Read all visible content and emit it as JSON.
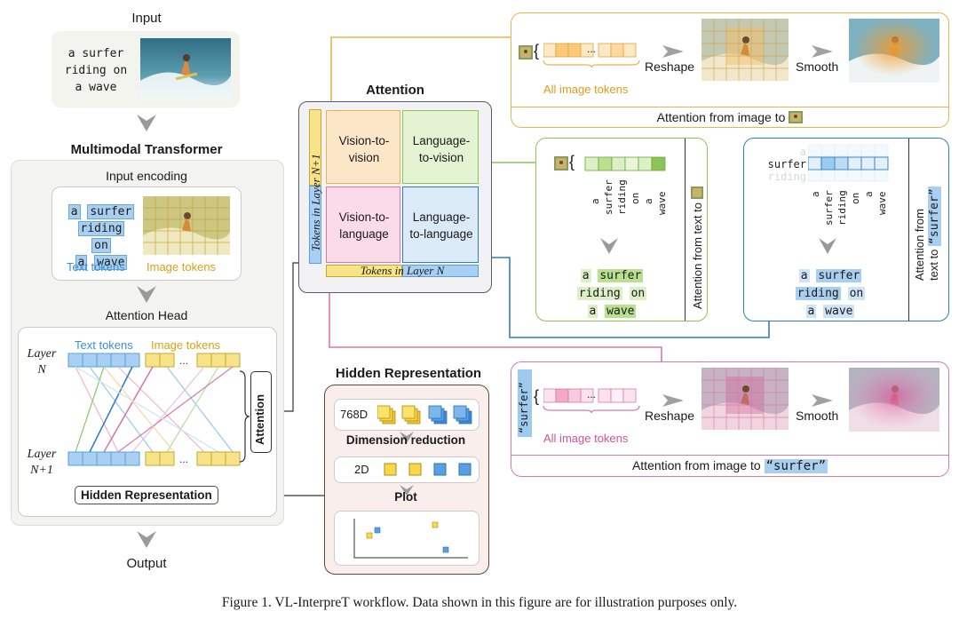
{
  "left": {
    "input_title": "Input",
    "input_caption": [
      "a surfer",
      "riding on",
      "a wave"
    ],
    "transformer_title": "Multimodal Transformer",
    "input_encoding_title": "Input encoding",
    "encoded_text": {
      "line1": [
        "a",
        "surfer"
      ],
      "line2": [
        "riding",
        "on"
      ],
      "line3": [
        "a",
        "wave"
      ]
    },
    "text_tokens_label": "Text tokens",
    "image_tokens_label": "Image tokens",
    "attention_head_title": "Attention Head",
    "head_text_tokens": "Text tokens",
    "head_image_tokens": "Image tokens",
    "layer_n_label": [
      "Layer",
      "N"
    ],
    "layer_n1_label": [
      "Layer",
      "N+1"
    ],
    "ellipsis": "...",
    "attention_label": "Attention",
    "hidden_rep_button": "Hidden Representation",
    "output_title": "Output"
  },
  "attention_matrix": {
    "title": "Attention",
    "y_axis_label": "Tokens in Layer N+1",
    "x_axis_label": "Tokens in Layer N",
    "q_vision_vision": "Vision-to-vision",
    "q_language_vision": "Language-to-vision",
    "q_vision_language": "Vision-to-language",
    "q_language_language": "Language-to-language"
  },
  "hidden_rep": {
    "title": "Hidden Representation",
    "dim_768": "768D",
    "dim_reduction": "Dimension reduction",
    "dim_2d": "2D",
    "plot_label": "Plot"
  },
  "image_attention_top": {
    "all_image_tokens": "All image tokens",
    "reshape": "Reshape",
    "smooth": "Smooth",
    "caption": "Attention from image to",
    "ellipsis": "..."
  },
  "text_to_image": {
    "tokens": [
      "a",
      "surfer",
      "riding",
      "on",
      "a",
      "wave"
    ],
    "result": {
      "line1": [
        "a",
        "surfer"
      ],
      "line2": [
        "riding",
        "on"
      ],
      "line3": [
        "a",
        "wave"
      ]
    },
    "side_label": "Attention from text to"
  },
  "text_to_surfer": {
    "rows": [
      "a",
      "surfer",
      "riding"
    ],
    "tokens": [
      "a",
      "surfer",
      "riding",
      "on",
      "a",
      "wave"
    ],
    "result": {
      "line1": [
        "a",
        "surfer"
      ],
      "line2": [
        "riding",
        "on"
      ],
      "line3": [
        "a",
        "wave"
      ]
    },
    "side_label_1": "Attention from",
    "side_label_2": "text to",
    "side_label_token": "“surfer”"
  },
  "image_attention_bottom": {
    "token": "“surfer”",
    "all_image_tokens": "All image tokens",
    "reshape": "Reshape",
    "smooth": "Smooth",
    "caption": "Attention from image to",
    "caption_token": "“surfer”",
    "ellipsis": "..."
  },
  "figure_caption": "Figure 1. VL-InterpreT workflow. Data shown in this figure are for illustration purposes only.",
  "colors": {
    "orange_panel": "#e8b54a",
    "green_panel": "#8cc45a",
    "blue_panel": "#2f7fc0",
    "pink_panel": "#d87aa6",
    "text_token_blue": "#9dcbf0",
    "image_token_yellow": "#f7e38a"
  }
}
